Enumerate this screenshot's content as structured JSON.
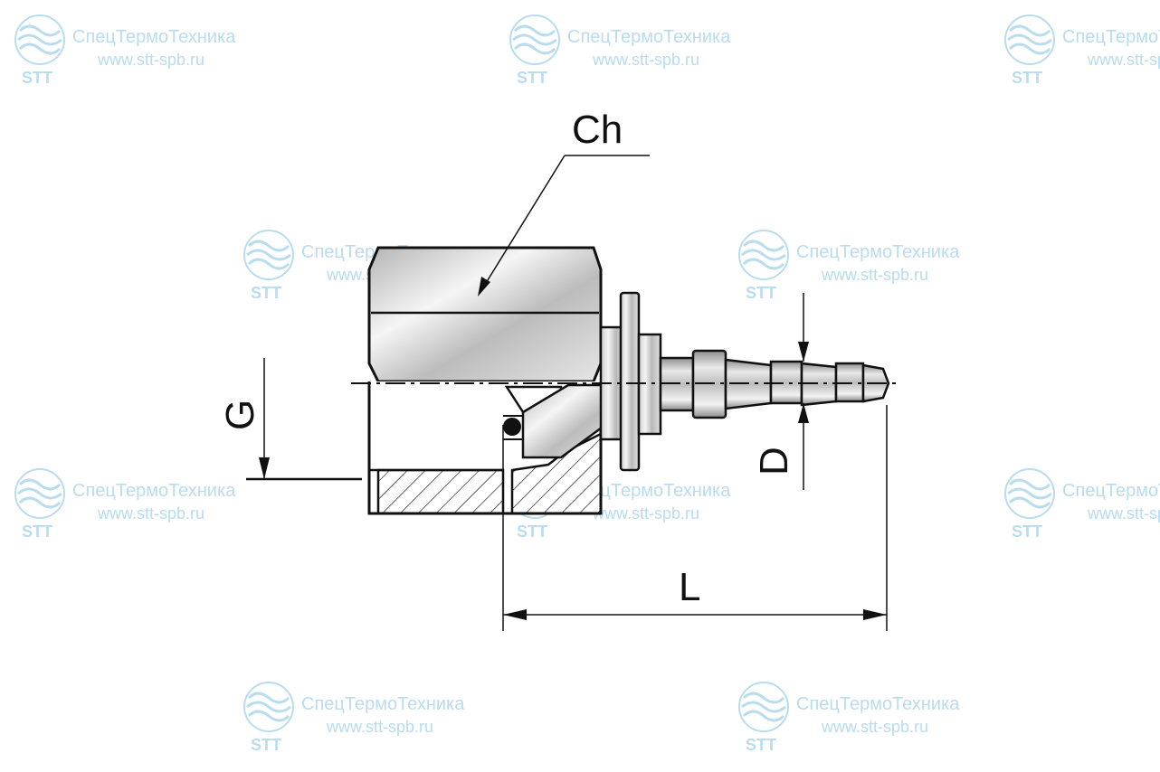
{
  "diagram": {
    "labels": {
      "ch": "Ch",
      "g": "G",
      "d": "D",
      "l": "L"
    }
  },
  "watermark": {
    "name": "СпецТермоТехника",
    "url": "www.stt-spb.ru",
    "abbr": "STT",
    "color": "#b9dcee",
    "icon": "wave-sphere-logo"
  },
  "colors": {
    "line": "#111111",
    "metal_light": "#e8e8e8",
    "metal_dark": "#9a9a9a"
  }
}
